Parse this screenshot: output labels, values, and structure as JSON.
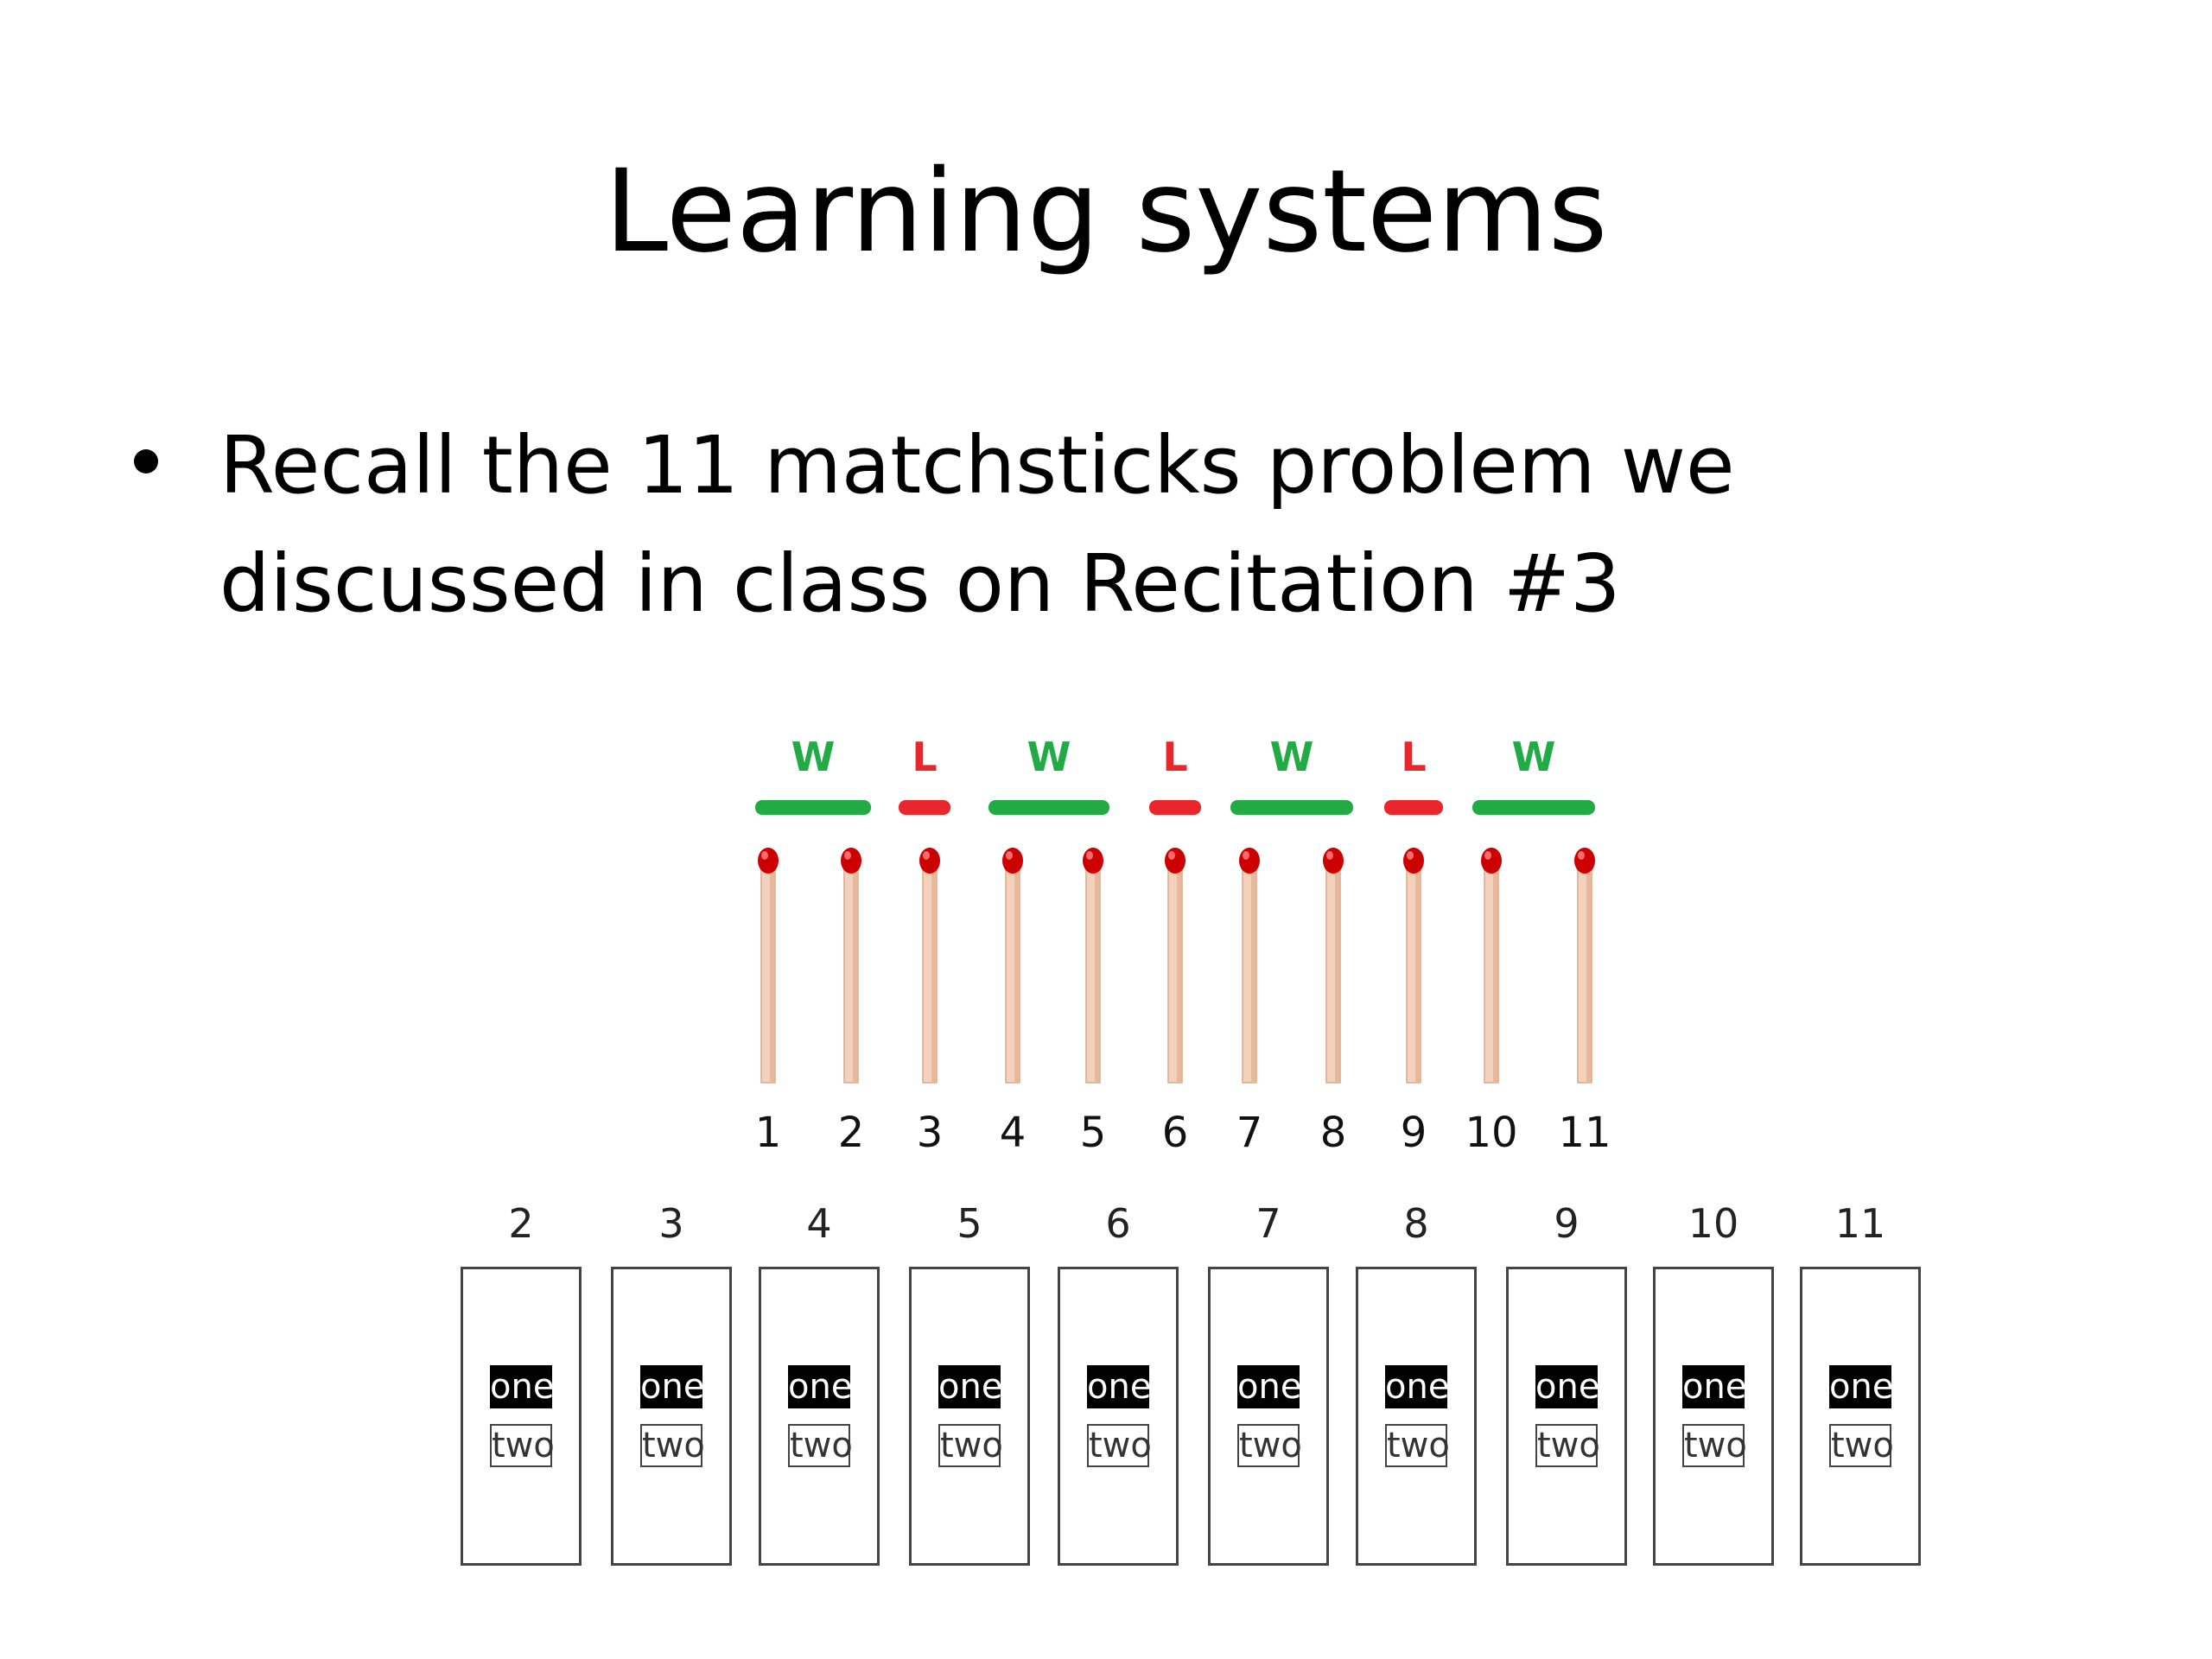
{
  "slide": {
    "title": "Learning systems",
    "bullet": "Recall the 11 matchsticks problem we discussed in class on Recitation #3"
  },
  "colors": {
    "win": "#22aa44",
    "lose": "#e8262b",
    "match_head": "#cc0000",
    "match_stick": "#f2d2bc"
  },
  "segments": [
    {
      "label": "W",
      "result": "win"
    },
    {
      "label": "L",
      "result": "lose"
    },
    {
      "label": "W",
      "result": "win"
    },
    {
      "label": "L",
      "result": "lose"
    },
    {
      "label": "W",
      "result": "win"
    },
    {
      "label": "L",
      "result": "lose"
    },
    {
      "label": "W",
      "result": "win"
    }
  ],
  "matchsticks": [
    "1",
    "2",
    "3",
    "4",
    "5",
    "6",
    "7",
    "8",
    "9",
    "10",
    "11"
  ],
  "boxes": [
    {
      "label": "2",
      "top_chip": "one",
      "bottom_chip": "two"
    },
    {
      "label": "3",
      "top_chip": "one",
      "bottom_chip": "two"
    },
    {
      "label": "4",
      "top_chip": "one",
      "bottom_chip": "two"
    },
    {
      "label": "5",
      "top_chip": "one",
      "bottom_chip": "two"
    },
    {
      "label": "6",
      "top_chip": "one",
      "bottom_chip": "two"
    },
    {
      "label": "7",
      "top_chip": "one",
      "bottom_chip": "two"
    },
    {
      "label": "8",
      "top_chip": "one",
      "bottom_chip": "two"
    },
    {
      "label": "9",
      "top_chip": "one",
      "bottom_chip": "two"
    },
    {
      "label": "10",
      "top_chip": "one",
      "bottom_chip": "two"
    },
    {
      "label": "11",
      "top_chip": "one",
      "bottom_chip": "two"
    }
  ]
}
